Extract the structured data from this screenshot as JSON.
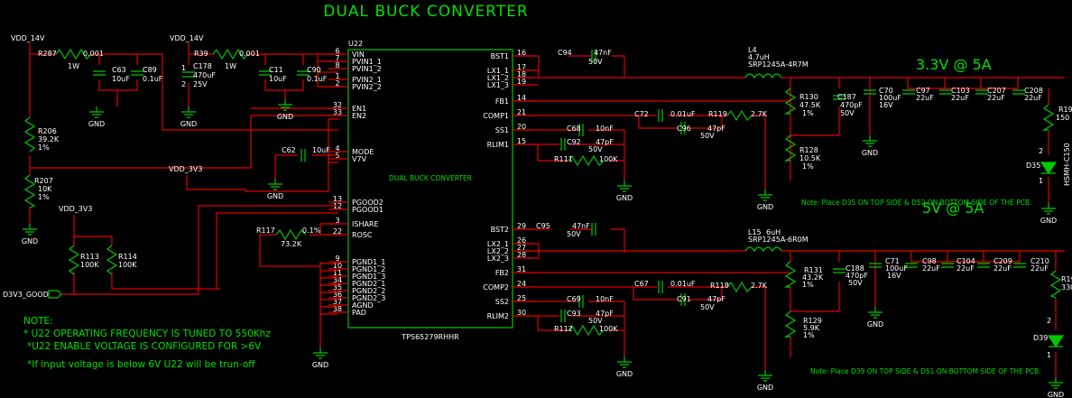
{
  "title": "DUAL BUCK CONVERTER",
  "colors": {
    "background": "#000000",
    "wire": "#e00000",
    "part": "#00c800",
    "label": "#ffffff",
    "note": "#00e000"
  },
  "ic": {
    "ref": "U22",
    "inner_label": "DUAL BUCK CONVERTER",
    "part_number": "TPS65279RHHR"
  },
  "left_pins": [
    {
      "num": "6",
      "name": "VIN"
    },
    {
      "num": "7",
      "name": "PVIN1_1"
    },
    {
      "num": "8",
      "name": "PVIN1_2"
    },
    {
      "num": "1",
      "name": "PVIN2_1"
    },
    {
      "num": "2",
      "name": "PVIN2_2"
    },
    {
      "num": "32",
      "name": "EN1"
    },
    {
      "num": "33",
      "name": "EN2"
    },
    {
      "num": "4",
      "name": "MODE"
    },
    {
      "num": "5",
      "name": "V7V"
    },
    {
      "num": "13",
      "name": "PGOOD2"
    },
    {
      "num": "12",
      "name": "PGOOD1"
    },
    {
      "num": "22",
      "name": "ROSC"
    },
    {
      "num": "3",
      "name": "ISHARE"
    },
    {
      "num": "9",
      "name": "PGND1_1"
    },
    {
      "num": "10",
      "name": "PGND1_2"
    },
    {
      "num": "11",
      "name": "PGND1_3"
    },
    {
      "num": "34",
      "name": "PGND2_1"
    },
    {
      "num": "35",
      "name": "PGND2_2"
    },
    {
      "num": "36",
      "name": "PGND2_3"
    },
    {
      "num": "37",
      "name": "AGND"
    },
    {
      "num": "38",
      "name": "PAD"
    }
  ],
  "right_pins": [
    {
      "num": "16",
      "name": "BST1"
    },
    {
      "num": "17",
      "name": "LX1_1"
    },
    {
      "num": "18",
      "name": "LX1_2"
    },
    {
      "num": "19",
      "name": "LX1_3"
    },
    {
      "num": "14",
      "name": "FB1"
    },
    {
      "num": "21",
      "name": "COMP1"
    },
    {
      "num": "20",
      "name": "SS1"
    },
    {
      "num": "15",
      "name": "RLIM1"
    },
    {
      "num": "29",
      "name": "BST2"
    },
    {
      "num": "26",
      "name": "LX2_1"
    },
    {
      "num": "27",
      "name": "LX2_2"
    },
    {
      "num": "28",
      "name": "LX2_3"
    },
    {
      "num": "31",
      "name": "FB2"
    },
    {
      "num": "24",
      "name": "COMP2"
    },
    {
      "num": "25",
      "name": "SS2"
    },
    {
      "num": "30",
      "name": "RLIM2"
    }
  ],
  "nets": {
    "vdd14_a": "VDD_14V",
    "vdd14_b": "VDD_14V",
    "vdd3v3_a": "VDD_3V3",
    "vdd3v3_b": "VDD_3V3",
    "d3v3_good": "D3V3_GOOD",
    "gnd": "GND"
  },
  "rails": {
    "rail1": "3.3V @ 5A",
    "rail2": "5V @ 5A"
  },
  "parts": {
    "R287": {
      "ref": "R287",
      "value": "0.001",
      "rating": "1W"
    },
    "C63": {
      "ref": "C63",
      "value": "10uF"
    },
    "C89": {
      "ref": "C89",
      "value": "0.1uF"
    },
    "R39": {
      "ref": "R39",
      "value": "0.001",
      "rating": "1W"
    },
    "C178": {
      "ref": "C178",
      "value": "470uF",
      "rating": "25V"
    },
    "C11": {
      "ref": "C11",
      "value": "10uF"
    },
    "C90": {
      "ref": "C90",
      "value": "0.1uF"
    },
    "R206": {
      "ref": "R206",
      "value": "39.2K",
      "tol": "1%"
    },
    "R207": {
      "ref": "R207",
      "value": "10K",
      "tol": "1%"
    },
    "C62": {
      "ref": "C62",
      "value": "10uF"
    },
    "R113": {
      "ref": "R113",
      "value": "100K"
    },
    "R114": {
      "ref": "R114",
      "value": "100K"
    },
    "R117": {
      "ref": "R117",
      "value": "73.2K",
      "tol": "0.1%"
    },
    "C94": {
      "ref": "C94",
      "value": "47nF",
      "rating": "50V"
    },
    "L4": {
      "ref": "L4",
      "value": "4.7uH",
      "part": "SRP1245A-4R7M"
    },
    "C72": {
      "ref": "C72",
      "value": "0.01uF"
    },
    "R119": {
      "ref": "R119",
      "value": "2.7K"
    },
    "C96": {
      "ref": "C96",
      "value": "47pF",
      "rating": "50V"
    },
    "C68": {
      "ref": "C68",
      "value": "10nF"
    },
    "C92": {
      "ref": "C92",
      "value": "47pF",
      "rating": "50V"
    },
    "R111": {
      "ref": "R111",
      "value": "100K"
    },
    "R130": {
      "ref": "R130",
      "value": "47.5K",
      "tol": "1%"
    },
    "R128": {
      "ref": "R128",
      "value": "10.5K",
      "tol": "1%"
    },
    "C187": {
      "ref": "C187",
      "value": "470pF",
      "rating": "50V"
    },
    "C70": {
      "ref": "C70",
      "value": "100uF",
      "rating": "16V"
    },
    "C97": {
      "ref": "C97",
      "value": "22uF"
    },
    "C103": {
      "ref": "C103",
      "value": "22uF"
    },
    "C207": {
      "ref": "C207",
      "value": "22uF"
    },
    "C208": {
      "ref": "C208",
      "value": "22uF"
    },
    "R19": {
      "ref": "R19",
      "value": "150"
    },
    "D35": {
      "ref": "D35",
      "part": "HSMH-C150"
    },
    "C95": {
      "ref": "C95",
      "value": "47nF",
      "rating": "50V"
    },
    "L15": {
      "ref": "L15",
      "value": "6uH",
      "part": "SRP1245A-6R0M"
    },
    "C67": {
      "ref": "C67",
      "value": "0.01uF"
    },
    "R118": {
      "ref": "R118",
      "value": "2.7K"
    },
    "C91": {
      "ref": "C91",
      "value": "47pF",
      "rating": "50V"
    },
    "C69": {
      "ref": "C69",
      "value": "10nF"
    },
    "C93": {
      "ref": "C93",
      "value": "47pF",
      "rating": "50V"
    },
    "R112": {
      "ref": "R112",
      "value": "100K"
    },
    "R131": {
      "ref": "R131",
      "value": "43.2K",
      "tol": "1%"
    },
    "R129": {
      "ref": "R129",
      "value": "5.9K",
      "tol": "1%"
    },
    "C188": {
      "ref": "C188",
      "value": "470pF",
      "rating": "50V"
    },
    "C71": {
      "ref": "C71",
      "value": "100uF",
      "rating": "16V"
    },
    "C98": {
      "ref": "C98",
      "value": "22uF"
    },
    "C104": {
      "ref": "C104",
      "value": "22uF"
    },
    "C209": {
      "ref": "C209",
      "value": "22uF"
    },
    "C210": {
      "ref": "C210",
      "value": "22uF"
    },
    "R19b": {
      "ref": "R19",
      "value": "330"
    },
    "D39": {
      "ref": "D39"
    }
  },
  "diode_pins": {
    "anode": "2",
    "cathode": "1"
  },
  "placement_notes": {
    "top": "Note: Place D35 ON TOP SIDE & D52 ON BOTTOM SIDE OF THE PCB.",
    "bottom": "Note: Place D39 ON TOP SIDE & D51 ON BOTTOM SIDE OF THE PCB."
  },
  "notes": [
    "NOTE:",
    "* U22 OPERATING FREQUENCY IS TUNED TO 550Khz",
    "*U22 ENABLE VOLTAGE IS CONFIGURED FOR >6V",
    "*If input voltage is below 6V U22 will be trun-off"
  ]
}
